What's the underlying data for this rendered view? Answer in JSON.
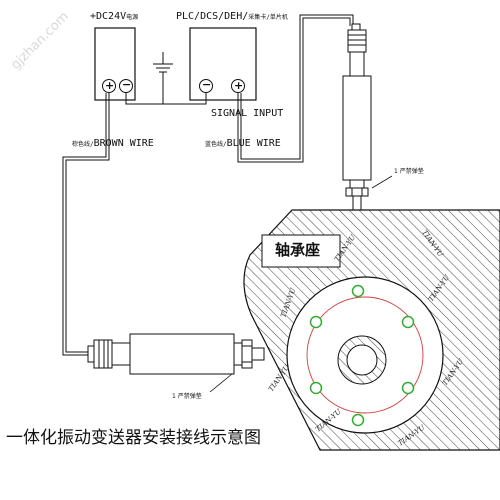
{
  "labels": {
    "power_supply": "+DC24V",
    "power_supply_note": "电源",
    "controller": "PLC/DCS/DEH/",
    "controller_note": "采集卡/单片机",
    "signal_input": "SIGNAL INPUT",
    "brown_wire_cn": "棕色线/",
    "brown_wire": "BROWN WIRE",
    "blue_wire_cn": "蓝色线/",
    "blue_wire": "BLUE WIRE",
    "bearing_seat": "轴承座",
    "washer_top": "1 严禁弹垫",
    "washer_bottom": "1 严禁弹垫",
    "caption": "一体化振动变送器安装接线示意图",
    "plus_symbol": "+",
    "minus_symbol": "−"
  },
  "watermark": {
    "brand": "TIAN-YU",
    "corner": "gjzhan.com"
  },
  "colors": {
    "line": "#111111",
    "hatch": "#333333",
    "bolt_circle": "#33aa33",
    "pitch_circle": "#d04040"
  },
  "icons": {
    "ground": "ground-symbol-icon",
    "connector": "m12-connector-icon"
  }
}
